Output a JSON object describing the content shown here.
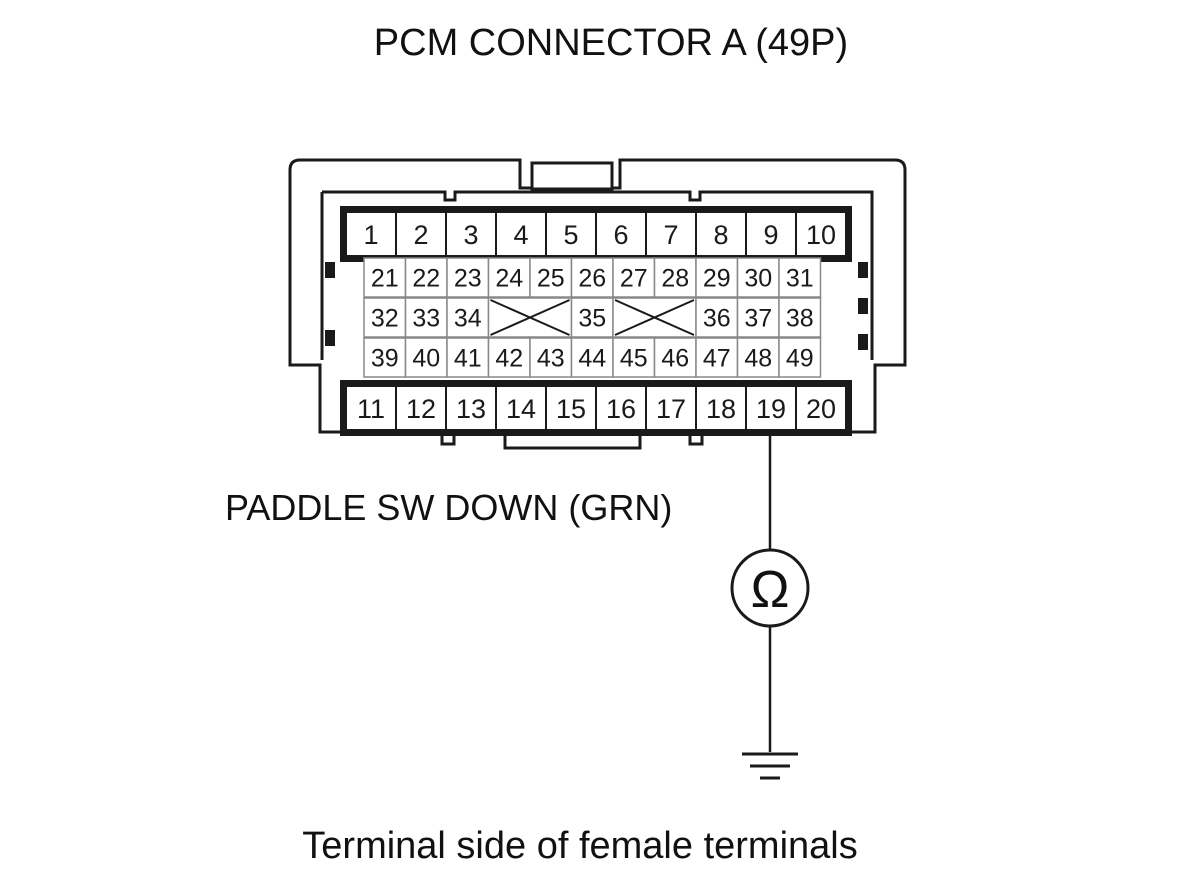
{
  "title": "PCM CONNECTOR A (49P)",
  "wire_label": "PADDLE SW DOWN (GRN)",
  "footer": "Terminal side of female terminals",
  "meter_symbol": "Ω",
  "probe_terminal": "19",
  "rows": {
    "top": [
      "1",
      "2",
      "3",
      "4",
      "5",
      "6",
      "7",
      "8",
      "9",
      "10"
    ],
    "mid1": [
      "21",
      "22",
      "23",
      "24",
      "25",
      "26",
      "27",
      "28",
      "29",
      "30",
      "31"
    ],
    "mid2": [
      "32",
      "33",
      "34",
      "",
      "35",
      "",
      "36",
      "37",
      "38"
    ],
    "mid3": [
      "39",
      "40",
      "41",
      "42",
      "43",
      "44",
      "45",
      "46",
      "47",
      "48",
      "49"
    ],
    "bottom": [
      "11",
      "12",
      "13",
      "14",
      "15",
      "16",
      "17",
      "18",
      "19",
      "20"
    ]
  },
  "icons": {
    "meter": "ohmmeter-icon",
    "ground": "ground-symbol-icon"
  }
}
